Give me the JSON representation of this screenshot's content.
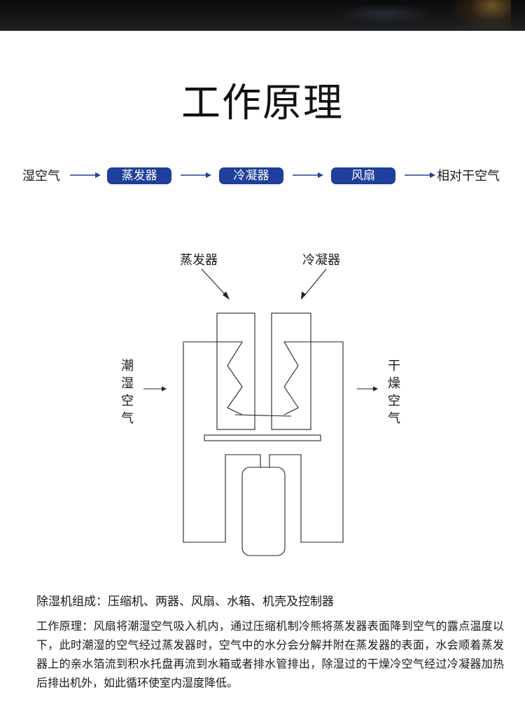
{
  "title": "工作原理",
  "flow": {
    "input": "湿空气",
    "step1": "蒸发器",
    "step2": "冷凝器",
    "step3": "风扇",
    "output": "相对干空气",
    "pill_color": "#1f3f9a",
    "arrow_color": "#1f3f9a"
  },
  "diagram": {
    "evaporator_label": "蒸发器",
    "condenser_label": "冷凝器",
    "humid_air_label": "潮湿空气",
    "dry_air_label": "干燥空气"
  },
  "composition": "除湿机组成：压缩机、两器、风扇、水箱、机壳及控制器",
  "principle": "工作原理：风扇将潮湿空气吸入机内，通过压缩机制冷熊将蒸发器表面降到空气的露点温度以下，此时潮湿的空气经过蒸发器时，空气中的水分会分解并附在蒸发器的表面，水会顺着蒸发器上的亲水箔流到积水托盘再流到水箱或者排水管排出，除湿过的干燥冷空气经过冷凝器加热后排出机外，如此循环使室内湿度降低。"
}
